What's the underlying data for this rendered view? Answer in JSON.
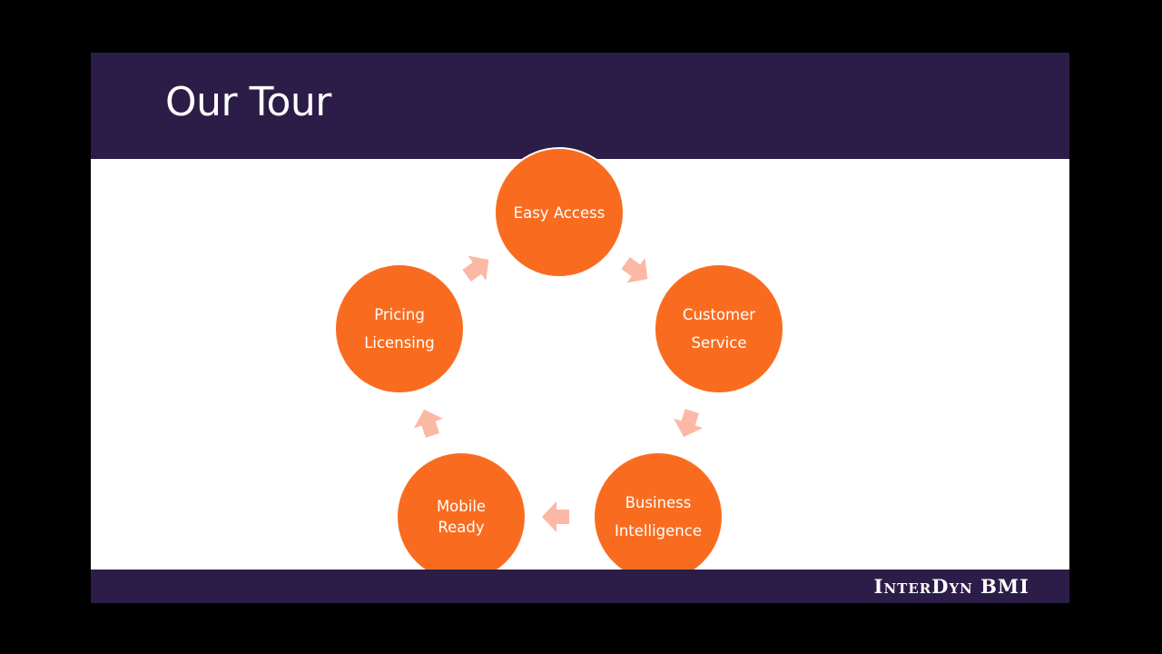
{
  "slide": {
    "title": "Our Tour",
    "brand": "InterDyn BMI"
  },
  "diagram": {
    "type": "cycle",
    "node_color": "#f96c1f",
    "arrow_color": "#fbb9a5",
    "band_color": "#2b1d47",
    "nodes": [
      {
        "lines": [
          "Easy Access"
        ]
      },
      {
        "lines": [
          "Customer",
          "Service"
        ]
      },
      {
        "lines": [
          "Business",
          "Intelligence"
        ]
      },
      {
        "lines": [
          "Mobile",
          "Ready"
        ]
      },
      {
        "lines": [
          "Pricing",
          "Licensing"
        ]
      }
    ]
  }
}
